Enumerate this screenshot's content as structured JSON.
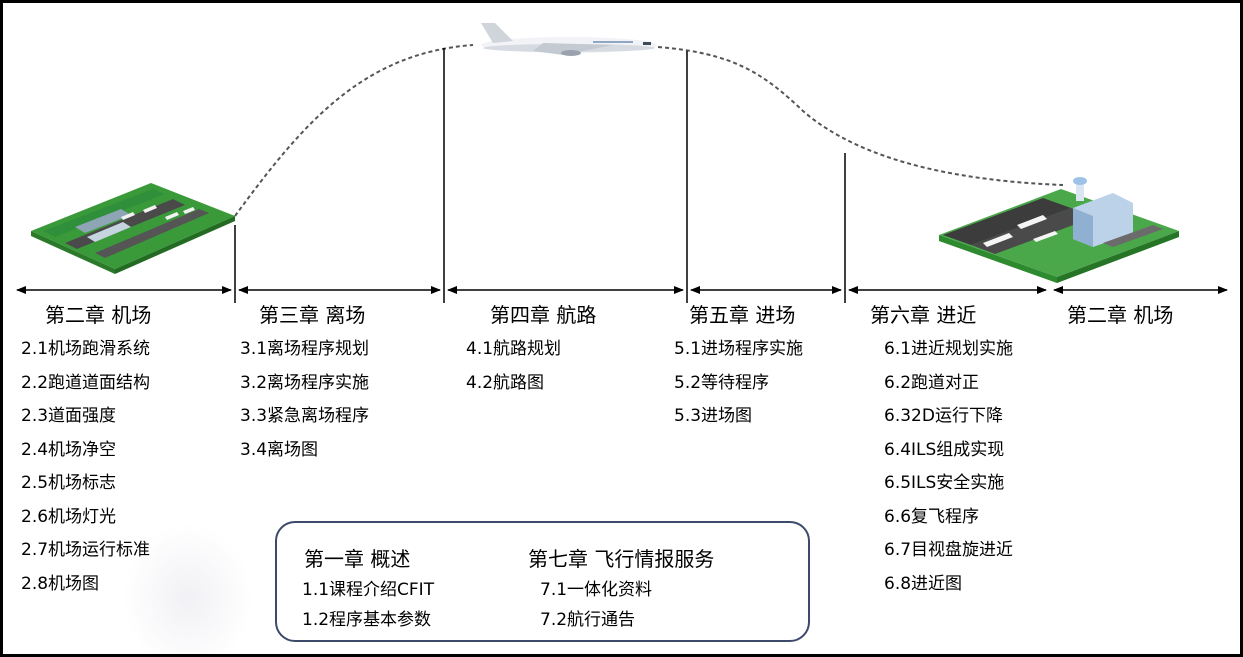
{
  "timeline": [
    {
      "chapter": "第二章 机场",
      "items": [
        "2.1机场跑滑系统",
        "2.2跑道道面结构",
        "2.3道面强度",
        "2.4机场净空",
        "2.5机场标志",
        "2.6机场灯光",
        "2.7机场运行标准",
        "2.8机场图"
      ]
    },
    {
      "chapter": "第三章 离场",
      "items": [
        "3.1离场程序规划",
        "3.2离场程序实施",
        "3.3紧急离场程序",
        "3.4离场图"
      ]
    },
    {
      "chapter": "第四章 航路",
      "items": [
        "4.1航路规划",
        "4.2航路图"
      ]
    },
    {
      "chapter": "第五章 进场",
      "items": [
        "5.1进场程序实施",
        "5.2等待程序",
        "5.3进场图"
      ]
    },
    {
      "chapter": "第六章 进近",
      "items": [
        "6.1进近规划实施",
        "6.2跑道对正",
        "6.32D运行下降",
        "6.4ILS组成实现",
        "6.5ILS安全实施",
        "6.6复飞程序",
        "6.7目视盘旋进近",
        "6.8进近图"
      ]
    },
    {
      "chapter": "第二章 机场",
      "items": []
    }
  ],
  "overview": {
    "left": {
      "title": "第一章 概述",
      "items": [
        "1.1课程介绍CFIT",
        "1.2程序基本参数"
      ]
    },
    "right": {
      "title": "第七章 飞行情报服务",
      "items": [
        "7.1一体化资料",
        "7.2航行通告"
      ]
    }
  },
  "colors": {
    "line": "#000000",
    "path": "#555555",
    "box_border": "#3d4a6b",
    "grass": "#3a9a3a",
    "runway": "#3c3c3c"
  },
  "icons": [
    "airport-left-icon",
    "airplane-icon",
    "airport-right-icon"
  ]
}
